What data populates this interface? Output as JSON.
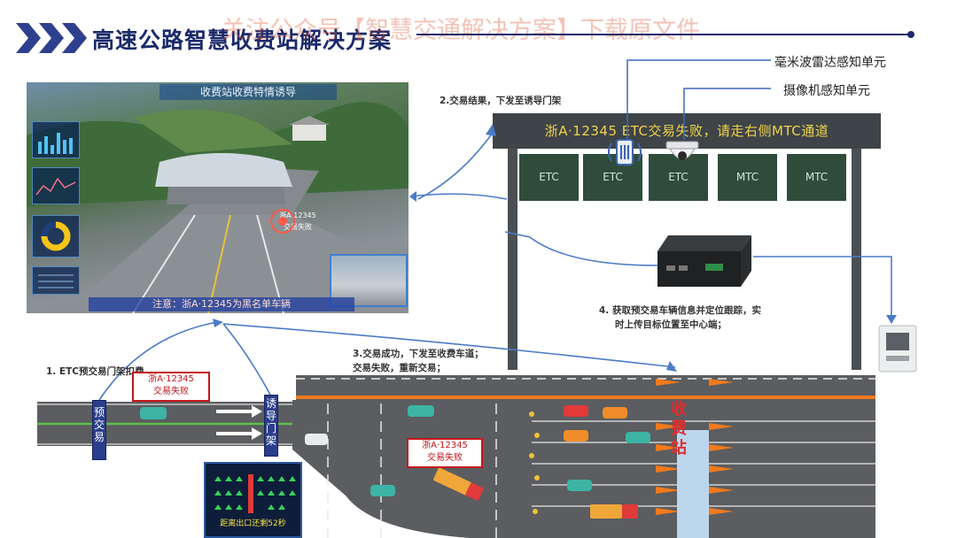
{
  "header": {
    "title": "高速公路智慧收费站解决方案",
    "watermark": "关注公众号【智慧交通解决方案】下载原文件"
  },
  "photo_panel": {
    "title": "收费站收费特情诱导",
    "popup_plate": "浙A·12345",
    "popup_status": "交易失败",
    "alert": "注意：浙A·12345为黑名单车辆"
  },
  "gantry": {
    "message": "浙A·12345 ETC交易失败，请走右侧MTC通道",
    "lanes": [
      "ETC",
      "ETC",
      "ETC",
      "MTC",
      "MTC"
    ]
  },
  "sensors": {
    "radar_label": "毫米波雷达感知单元",
    "camera_label": "摄像机感知单元"
  },
  "steps": {
    "step1": "1. ETC预交易门架扣费",
    "step2": "2.交易结果，下发至诱导门架",
    "step3_line1": "3.交易成功，下发至收费车道；",
    "step3_line2": "交易失败，重新交易；",
    "step4_line1": "4. 获取预交易车辆信息并定位跟踪，实",
    "step4_line2": "时上传目标位置至中心端；"
  },
  "road": {
    "plate1": "浙A·12345",
    "status1": "交易失败",
    "plate2": "浙A·12345",
    "status2": "交易失败",
    "banner_pretrade": "预交易",
    "banner_guide": "诱导门架",
    "toll_text": "收费站",
    "sign_text": "距离出口还剩52秒"
  },
  "colors": {
    "navy": "#1b2a6b",
    "alert_red": "#c4161c",
    "flow_blue": "#4a7bc8",
    "sign_yellow": "#f1d34b"
  }
}
